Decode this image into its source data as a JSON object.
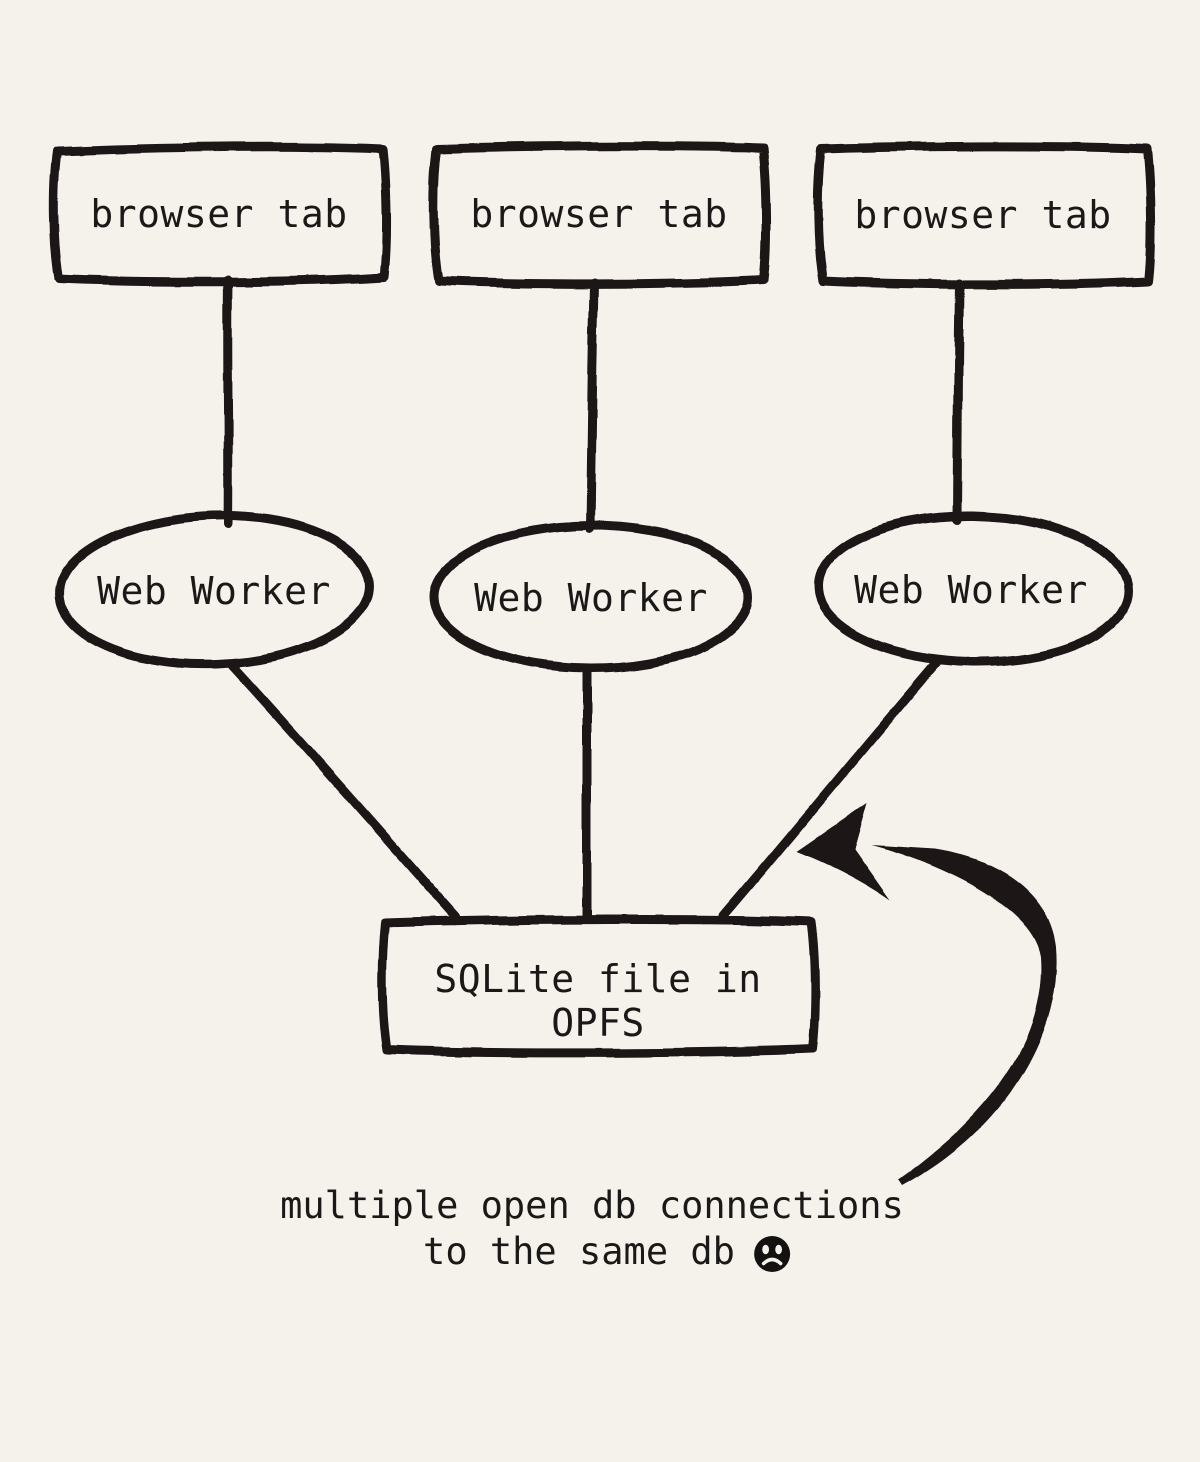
{
  "canvas": {
    "background_color": "#f5f2ec",
    "ink_color": "#1b1918"
  },
  "diagram": {
    "browser_tabs": [
      {
        "label": "browser tab"
      },
      {
        "label": "browser tab"
      },
      {
        "label": "browser tab"
      }
    ],
    "web_workers": [
      {
        "label": "Web Worker"
      },
      {
        "label": "Web Worker"
      },
      {
        "label": "Web Worker"
      }
    ],
    "database": {
      "label_line1": "SQLite file in",
      "label_line2": "OPFS"
    },
    "caption": {
      "line1": "multiple open db connections",
      "line2": "to the same db",
      "emoji": "frowning-face"
    }
  }
}
